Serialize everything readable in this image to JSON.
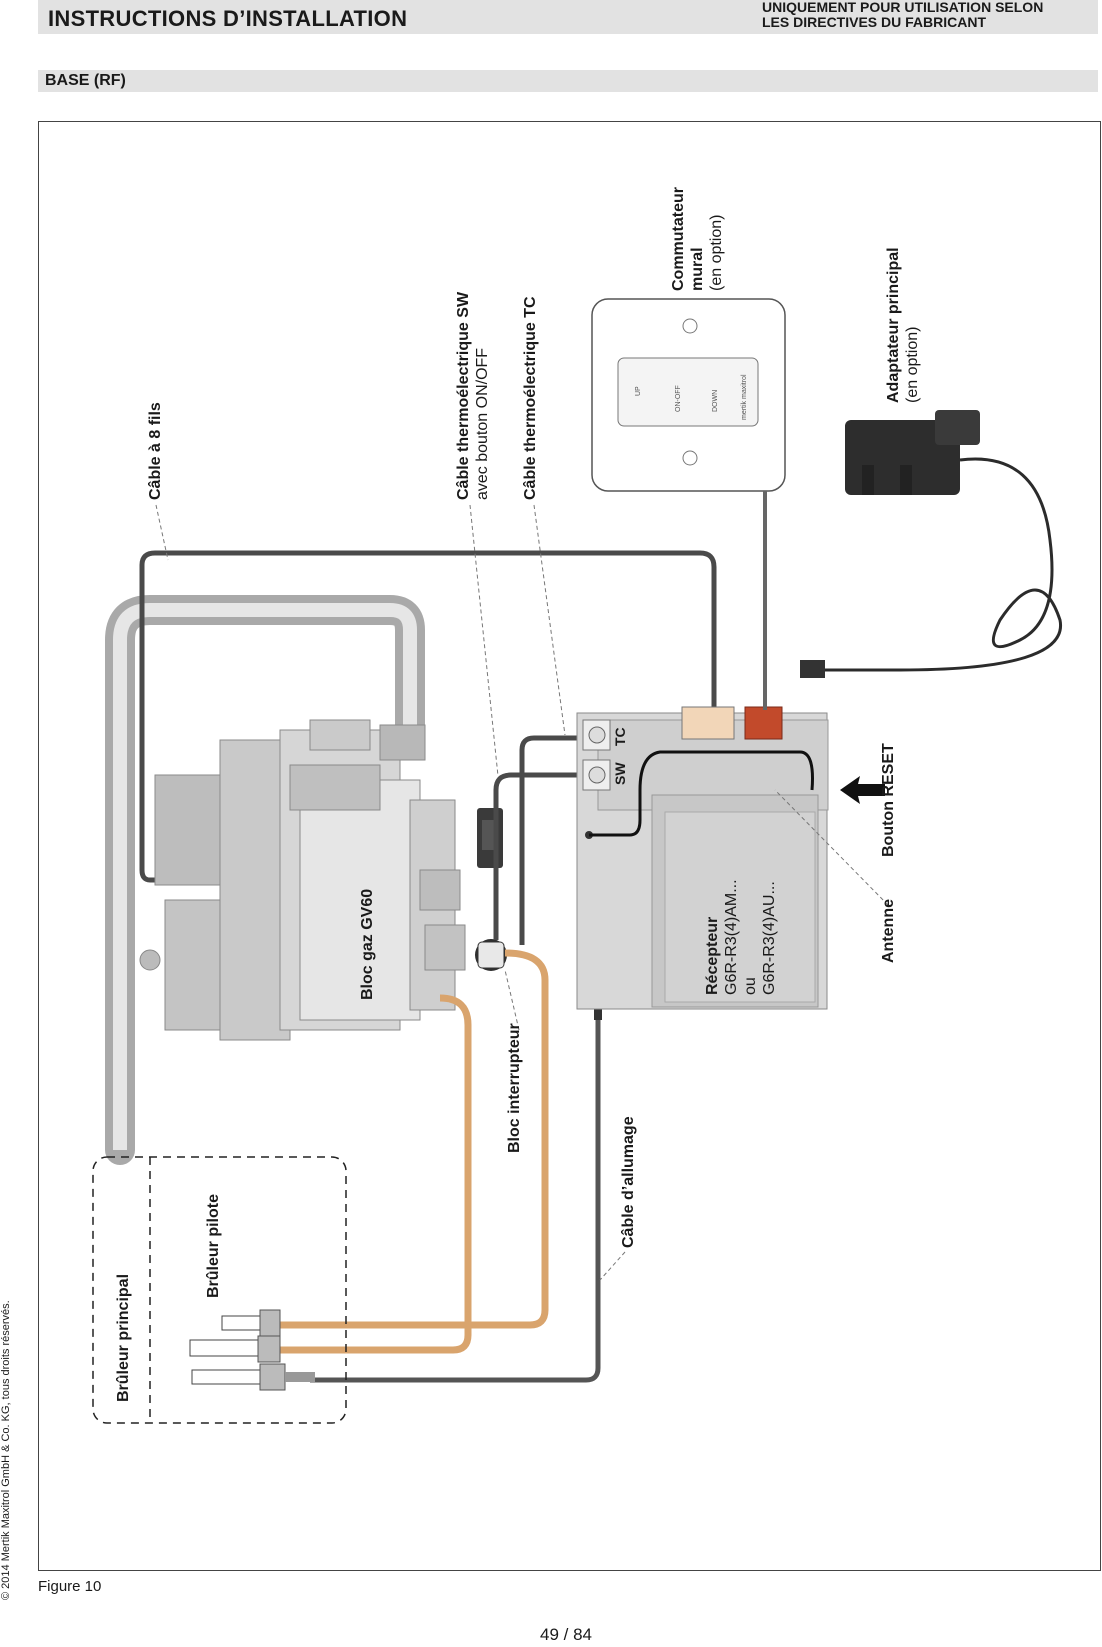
{
  "header": {
    "title": "INSTRUCTIONS D’INSTALLATION",
    "note_line1": "UNIQUEMENT POUR UTILISATION SELON",
    "note_line2": "LES DIRECTIVES DU FABRICANT"
  },
  "section": {
    "title": "BASE (RF)"
  },
  "labels": {
    "cable8": "Câble à 8 fils",
    "sw_cable_title": "Câble thermoélectrique SW",
    "sw_cable_sub": "avec bouton ON/OFF",
    "tc_cable": "Câble thermoélectrique TC",
    "commutateur_line1": "Commutateur",
    "commutateur_line2": "mural",
    "commutateur_line3": "(en option)",
    "adaptateur_title": "Adaptateur principal",
    "adaptateur_sub": "(en option)",
    "bouton_reset": "Bouton RESET",
    "antenne": "Antenne",
    "recepteur_title": "Récepteur",
    "recepteur_m1": "G6R-R3(4)AM...",
    "recepteur_ou": "ou",
    "recepteur_m2": "G6R-R3(4)AU...",
    "bloc_gaz": "Bloc gaz GV60",
    "bloc_interrupteur": "Bloc interrupteur",
    "cable_allumage": "Câble d’allumage",
    "bruleur_principal": "Brûleur principal",
    "bruleur_pilote": "Brûleur pilote",
    "sw": "SW",
    "tc": "TC",
    "switch_up": "UP",
    "switch_onoff": "ON-OFF",
    "switch_down": "DOWN",
    "switch_brand": "mertik maxitrol"
  },
  "footer": {
    "figure": "Figure 10",
    "page": "49 / 84",
    "copyright": "© 2014 Mertik Maxitrol GmbH & Co. KG, tous droits réservés."
  }
}
